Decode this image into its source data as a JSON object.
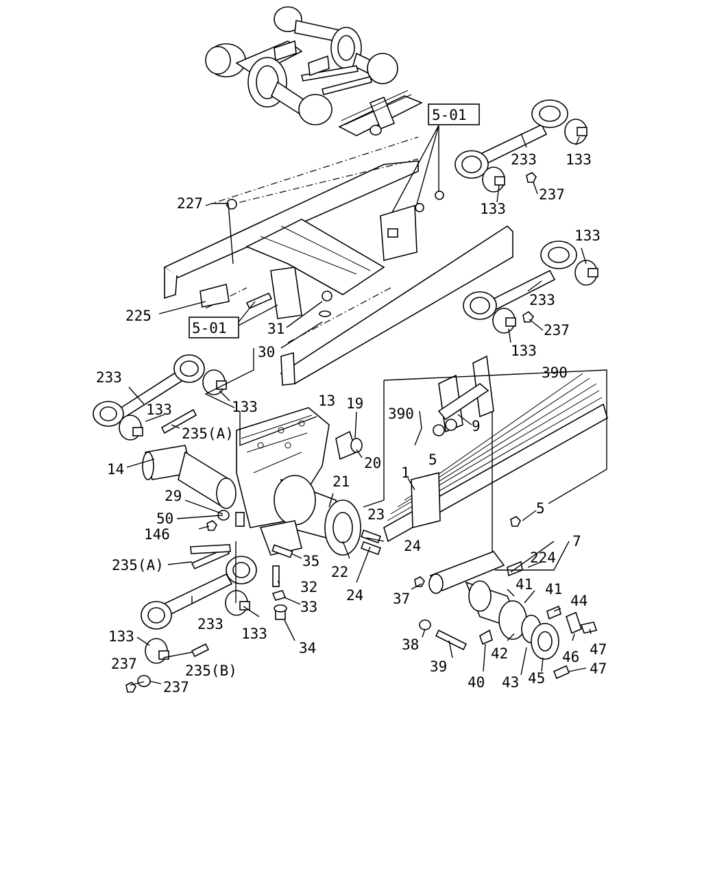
{
  "reference_boxes": [
    "5-01",
    "5-01"
  ],
  "labels": {
    "l227": "227",
    "l225": "225",
    "l31": "31",
    "l30": "30",
    "l233a": "233",
    "l133a": "133",
    "l133b": "133",
    "l237a": "237",
    "l133c": "133",
    "l233b": "233",
    "l237b": "237",
    "l133d": "133",
    "l233c": "233",
    "l133e": "133",
    "l133f": "133",
    "l235a": "235(A)",
    "l13": "13",
    "l19": "19",
    "l20": "20",
    "l14": "14",
    "l21": "21",
    "l29": "29",
    "l50": "50",
    "l146": "146",
    "l23": "23",
    "l24a": "24",
    "l22": "22",
    "l24b": "24",
    "l35": "35",
    "l235a2": "235(A)",
    "l32": "32",
    "l33": "33",
    "l233d": "233",
    "l133g": "133",
    "l34": "34",
    "l133h": "133",
    "l237c": "237",
    "l235b": "235(B)",
    "l237d": "237",
    "l390a": "390",
    "l390b": "390",
    "l9": "9",
    "l5a": "5",
    "l1": "1",
    "l5b": "5",
    "l7": "7",
    "l224": "224",
    "l41a": "41",
    "l41b": "41",
    "l37": "37",
    "l44": "44",
    "l38": "38",
    "l42": "42",
    "l46": "46",
    "l47a": "47",
    "l39": "39",
    "l40": "40",
    "l43": "43",
    "l45": "45",
    "l47b": "47"
  }
}
